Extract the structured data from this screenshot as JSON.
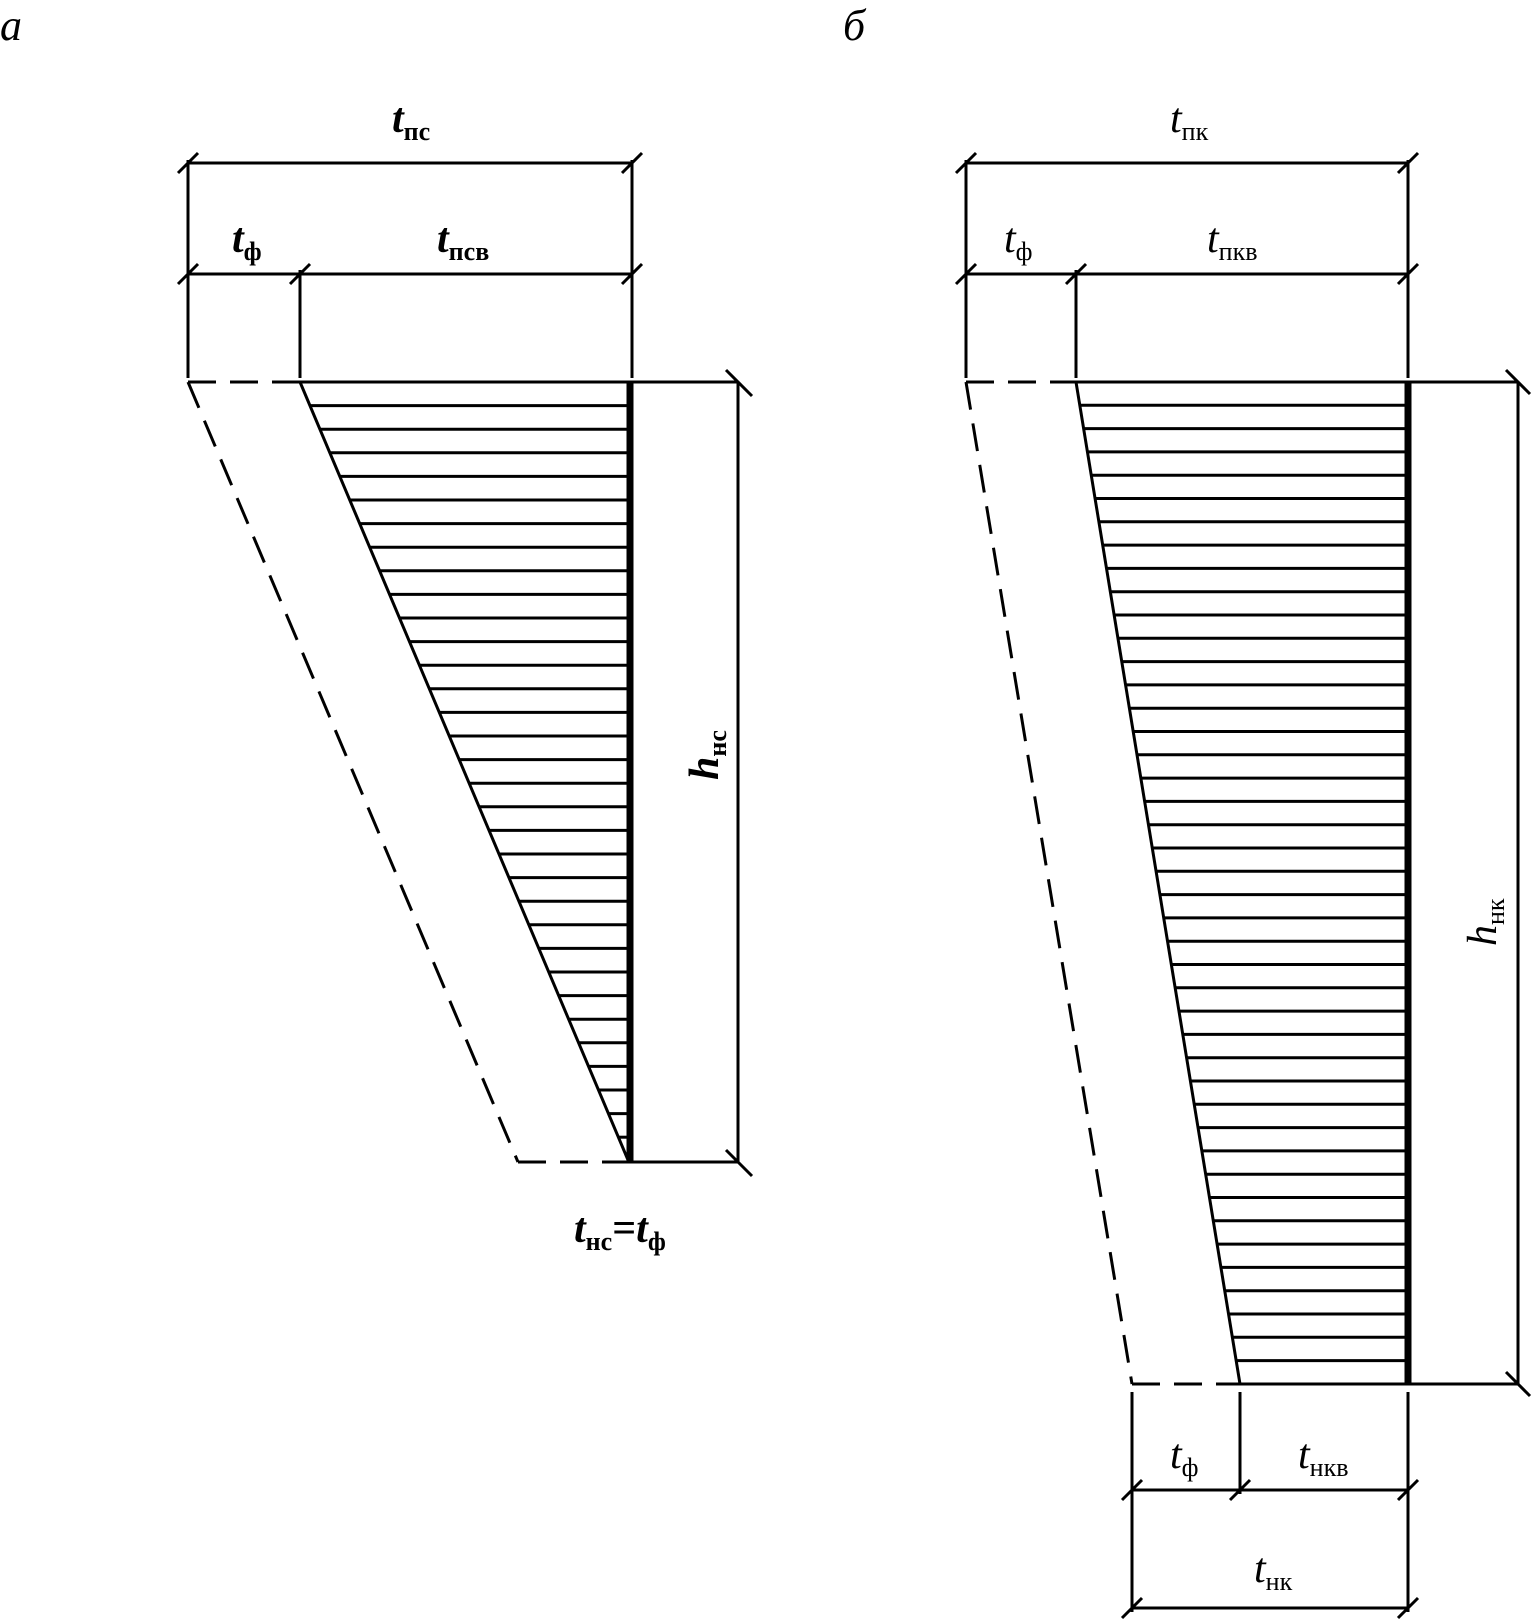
{
  "panel_a": {
    "label": "а",
    "t_top": {
      "main": "t",
      "sub": "пс"
    },
    "t_phi": {
      "main": "t",
      "sub": "ф"
    },
    "t_inner": {
      "main": "t",
      "sub": "псв"
    },
    "h": {
      "main": "h",
      "sub": "нс"
    },
    "bottom_formula": {
      "t1": "t",
      "s1": "нс",
      "eq": "=",
      "t2": "t",
      "s2": "ф"
    }
  },
  "panel_b": {
    "label": "б",
    "t_top": {
      "main": "t",
      "sub": "пк"
    },
    "t_phi": {
      "main": "t",
      "sub": "ф"
    },
    "t_inner": {
      "main": "t",
      "sub": "пкв"
    },
    "h": {
      "main": "h",
      "sub": "нк"
    },
    "t_phi_bottom": {
      "main": "t",
      "sub": "ф"
    },
    "t_inner_bottom": {
      "main": "t",
      "sub": "нкв"
    },
    "t_bottom": {
      "main": "t",
      "sub": "нк"
    }
  }
}
